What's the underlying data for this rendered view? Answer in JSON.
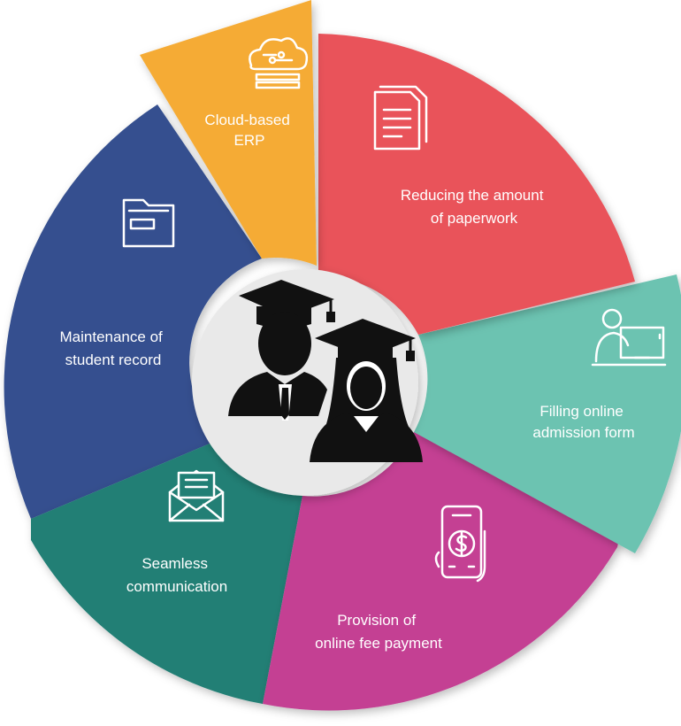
{
  "segments": [
    {
      "id": "cloud",
      "line1": "Cloud-based",
      "line2": "ERP",
      "color": "#f5ab35",
      "icon": "cloud-network-icon"
    },
    {
      "id": "paperwork",
      "line1": "Reducing the amount",
      "line2": "of paperwork",
      "color": "#e9535a",
      "icon": "document-icon"
    },
    {
      "id": "admission",
      "line1": "Filling online",
      "line2": "admission form",
      "color": "#6cc3b1",
      "icon": "person-at-computer-icon"
    },
    {
      "id": "payment",
      "line1": "Provision of",
      "line2": "online fee payment",
      "color": "#c43f93",
      "icon": "mobile-payment-icon"
    },
    {
      "id": "communication",
      "line1": "Seamless",
      "line2": "communication",
      "color": "#217f75",
      "icon": "envelope-icon"
    },
    {
      "id": "records",
      "line1": "Maintenance of",
      "line2": "student record",
      "color": "#34508f",
      "icon": "file-cabinet-icon"
    }
  ],
  "center": {
    "icon": "graduates-icon",
    "bg": "#e9e9e9"
  }
}
